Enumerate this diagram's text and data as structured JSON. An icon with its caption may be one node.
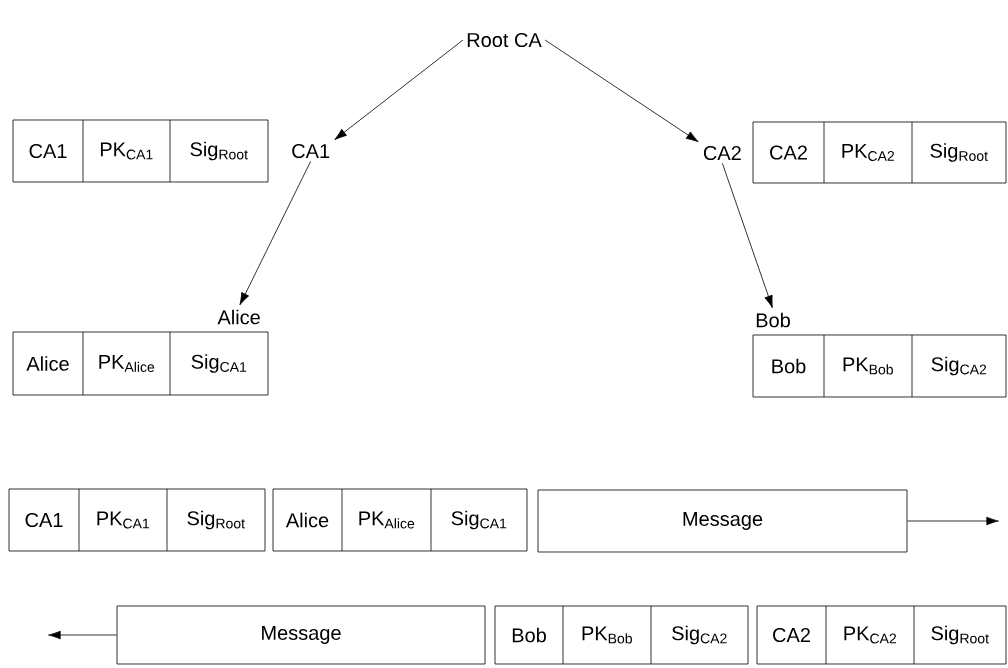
{
  "diagram": {
    "nodes": [
      {
        "text": [
          "Root CA"
        ]
      },
      {
        "text": [
          "CA1",
          "PK$_{CA1}$",
          "Sig$_{Root}$"
        ]
      },
      {
        "text": [
          "CA1"
        ]
      },
      {
        "text": [
          "CA2"
        ]
      },
      {
        "text": [
          "CA2",
          "PK$_{CA2}$",
          "Sig$_{Root}$"
        ]
      },
      {
        "text": [
          "Alice"
        ]
      },
      {
        "text": [
          "Alice",
          "PK$_{Alice}$",
          "Sig$_{CA1}$"
        ]
      },
      {
        "text": [
          "Bob"
        ]
      },
      {
        "text": [
          "Bob",
          "PK$_{Bob}$",
          "Sig$_{CA2}$"
        ]
      },
      {
        "text": [
          "CA1",
          "PK$_{CA1}$",
          "Sig$_{Root}$"
        ]
      },
      {
        "text": [
          "Alice",
          "PK$_{Alice}$",
          "Sig$_{CA1}$"
        ]
      },
      {
        "text": [
          "Message"
        ]
      },
      {
        "text": [
          "Message"
        ]
      },
      {
        "text": [
          "Bob",
          "PK$_{Bob}$",
          "Sig$_{CA2}$"
        ]
      },
      {
        "text": [
          "CA2",
          "PK$_{CA2}$",
          "Sig$_{Root}$"
        ]
      }
    ],
    "edges": [
      {
        "from": 0,
        "to": 2,
        "arrow": "to"
      },
      {
        "from": 0,
        "to": 3,
        "arrow": "to"
      },
      {
        "from": 2,
        "to": 5,
        "arrow": "to"
      },
      {
        "from": 3,
        "to": 7,
        "arrow": "to"
      },
      {
        "from": 11,
        "to": null,
        "arrow": "to"
      },
      {
        "from": 12,
        "to": null,
        "arrow": "to"
      }
    ]
  }
}
